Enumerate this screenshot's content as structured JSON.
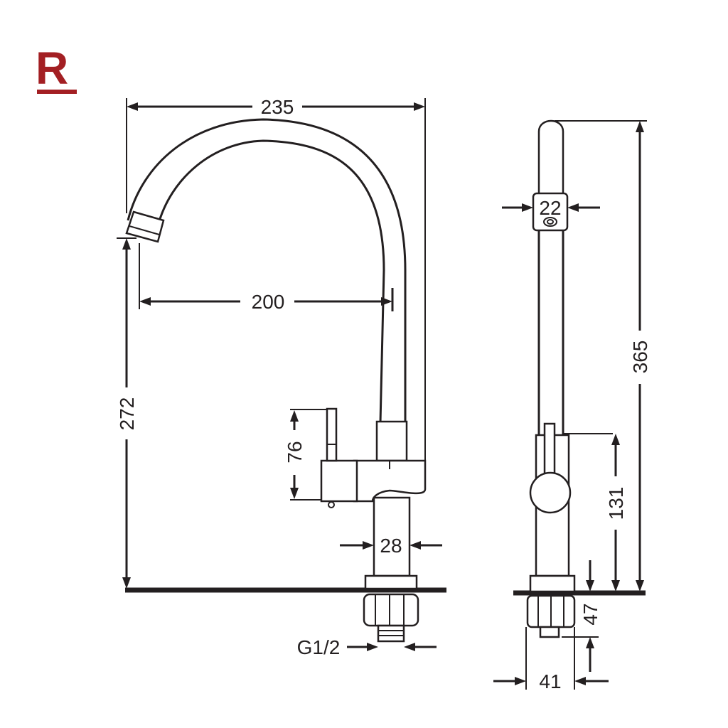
{
  "logo": {
    "letter": "R",
    "color": "#a31f23"
  },
  "dimensions": {
    "overall_width": "235",
    "spout_reach": "200",
    "spout_height": "272",
    "handle_height": "76",
    "base_diameter": "28",
    "connection_thread": "G1/2",
    "outlet_diameter": "22",
    "overall_height": "365",
    "handle_to_base": "131",
    "max_deck_thickness": "47",
    "shank_diameter": "41"
  },
  "colors": {
    "line": "#231f20",
    "background": "#ffffff"
  }
}
